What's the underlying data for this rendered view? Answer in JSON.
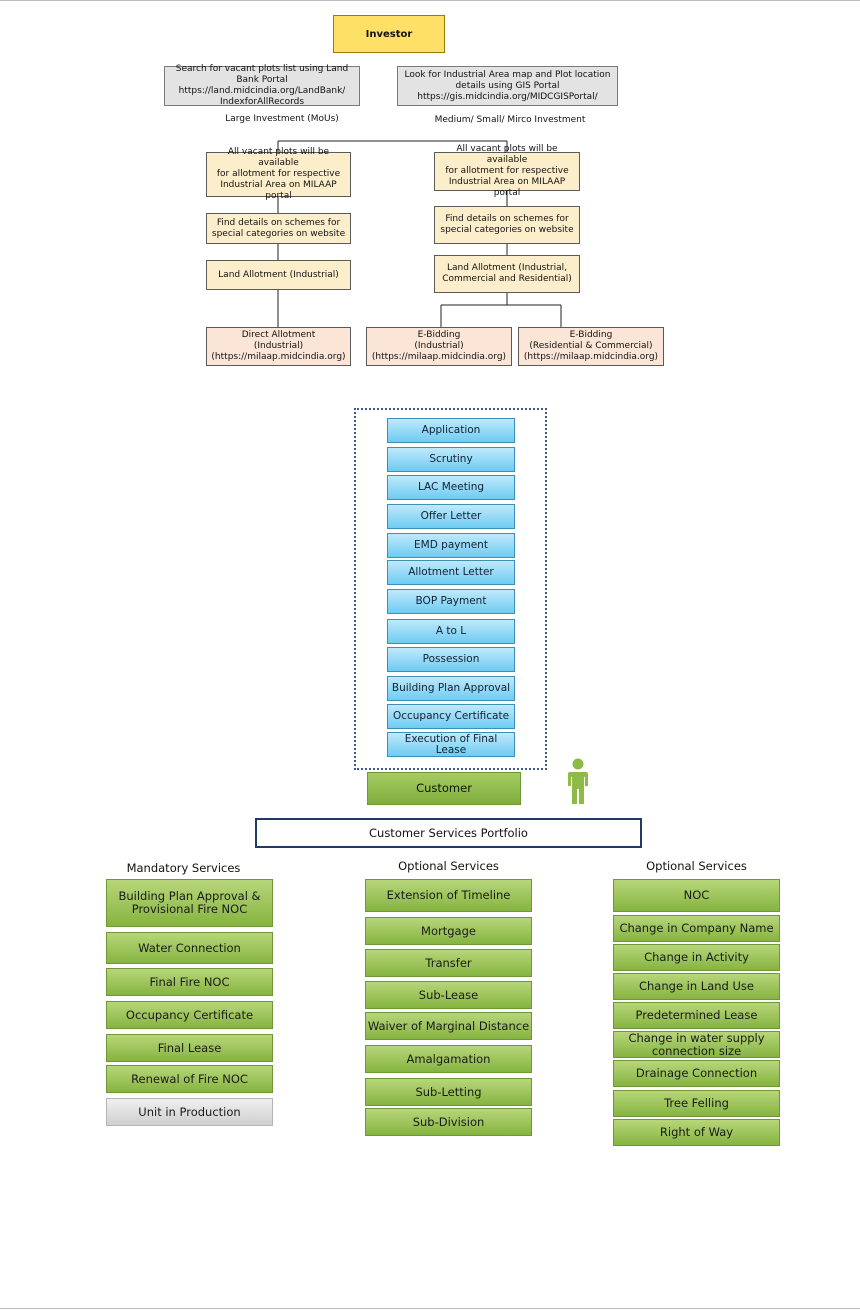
{
  "investor": "Investor",
  "land_bank_box": "Search for vacant plots list using Land Bank Portal\nhttps://land.midcindia.org/LandBank/\nIndexforAllRecords",
  "gis_box": "Look for Industrial Area map and Plot location\ndetails using GIS Portal\nhttps://gis.midcindia.org/MIDCGISPortal/",
  "large_label": "Large Investment (MoUs)",
  "medium_label": "Medium/ Small/ Mirco Investment",
  "left_branch": {
    "vacant": "All vacant plots will be available\nfor allotment for respective\nIndustrial Area on MILAAP portal",
    "schemes": "Find details on schemes for\nspecial categories on website",
    "allotment": "Land Allotment (Industrial)",
    "direct": "Direct Allotment\n(Industrial)\n(https://milaap.midcindia.org)"
  },
  "right_branch": {
    "vacant": "All vacant plots will be available\nfor allotment for respective\nIndustrial Area on MILAAP portal",
    "schemes": "Find details on schemes for\nspecial categories on website",
    "allotment": "Land Allotment (Industrial,\nCommercial and Residential)",
    "ebid_industrial": "E-Bidding\n(Industrial)\n(https://milaap.midcindia.org)",
    "ebid_residential": "E-Bidding\n(Residential & Commercial)\n(https://milaap.midcindia.org)"
  },
  "process_steps": [
    "Application",
    "Scrutiny",
    "LAC Meeting",
    "Offer Letter",
    "EMD payment",
    "Allotment Letter",
    "BOP Payment",
    "A to L",
    "Possession",
    "Building Plan Approval",
    "Occupancy Certificate",
    "Execution of Final Lease"
  ],
  "customer": "Customer",
  "customer_icon": "person-icon",
  "portfolio": "Customer Services Portfolio",
  "mandatory": {
    "title": "Mandatory Services",
    "items": [
      "Building Plan Approval &\nProvisional Fire NOC",
      "Water Connection",
      "Final Fire NOC",
      "Occupancy Certificate",
      "Final Lease",
      "Renewal of Fire NOC",
      "Unit in Production"
    ]
  },
  "optional1": {
    "title": "Optional Services",
    "items": [
      "Extension of Timeline",
      "Mortgage",
      "Transfer",
      "Sub-Lease",
      "Waiver of Marginal Distance",
      "Amalgamation",
      "Sub-Letting",
      "Sub-Division"
    ]
  },
  "optional2": {
    "title": "Optional Services",
    "items": [
      "NOC",
      "Change in Company Name",
      "Change in Activity",
      "Change in Land Use",
      "Predetermined Lease",
      "Change in water supply\nconnection size",
      "Drainage Connection",
      "Tree Felling",
      "Right of Way"
    ]
  },
  "colors": {
    "green": "#8fbc4a",
    "blue": "#7fd0f3",
    "yellow": "#ffe066",
    "navy": "#1f3a63"
  }
}
